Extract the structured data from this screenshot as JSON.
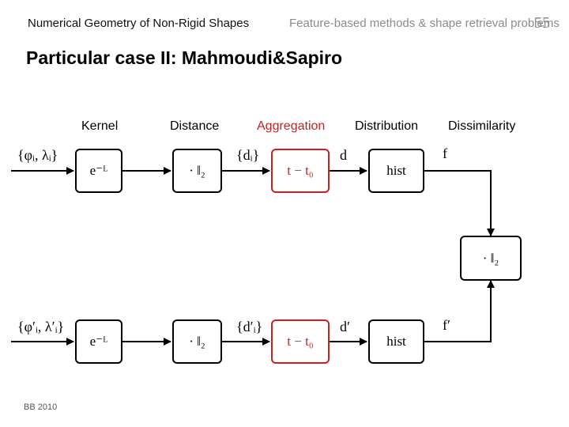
{
  "header": {
    "left": "Numerical Geometry of Non-Rigid Shapes",
    "right": "Feature-based methods & shape retrieval problems",
    "page": "55"
  },
  "title": "Particular case II: Mahmoudi&Sapiro",
  "columns": [
    "Kernel",
    "Distance",
    "Aggregation",
    "Distribution",
    "Dissimilarity"
  ],
  "colors": {
    "highlight": "#cc1f1f",
    "text": "#000000",
    "muted": "#8a8a8a"
  },
  "rows": [
    {
      "input": "{φᵢ, λᵢ}",
      "kernel": "e⁻ᴸ",
      "distance": "· ‖₂",
      "distance_out": "{dᵢ}",
      "aggregation": "t − t₀",
      "aggregation_out": "d",
      "distribution": "hist",
      "distribution_out": "f"
    },
    {
      "input": "{φ′ᵢ, λ′ᵢ}",
      "kernel": "e⁻ᴸ",
      "distance": "· ‖₂",
      "distance_out": "{d′ᵢ}",
      "aggregation": "t − t₀",
      "aggregation_out": "d′",
      "distribution": "hist",
      "distribution_out": "f′"
    }
  ],
  "dissimilarity": "· ‖₂",
  "footer": "BB 2010"
}
